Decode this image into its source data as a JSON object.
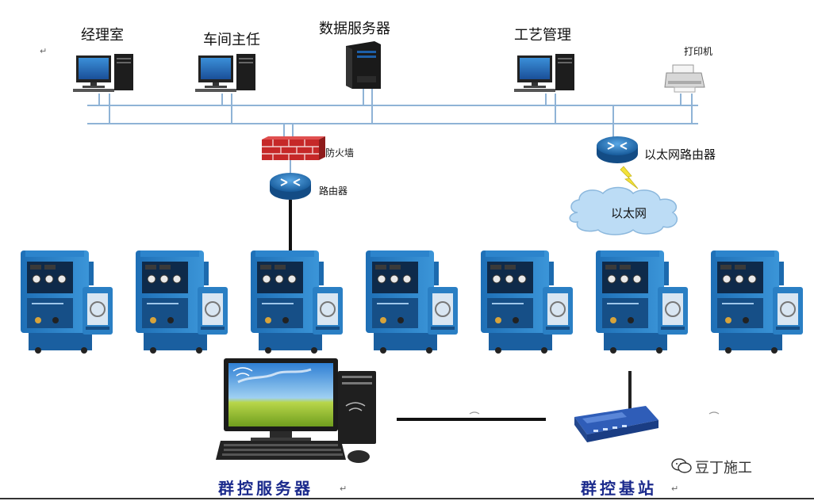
{
  "top_nodes": {
    "manager_office": "经理室",
    "workshop_director": "车间主任",
    "data_server": "数据服务器",
    "process_management": "工艺管理",
    "printer": "打印机"
  },
  "network_nodes": {
    "firewall": "防火墙",
    "router": "路由器",
    "ethernet_router": "以太网路由器",
    "ethernet_cloud": "以太网"
  },
  "welders": {
    "count": 7
  },
  "bottom_nodes": {
    "group_control_server": "群控服务器",
    "group_control_base_station": "群控基站"
  },
  "paragraph_mark": "↵",
  "watermark": {
    "text": "豆丁施工",
    "icon": "wechat-icon"
  },
  "colors": {
    "bus_line": "#8fb3d6",
    "firewall_brick": "#c62828",
    "router_blue": "#1f6fb2",
    "cloud": "#bcdcf5",
    "lightning": "#f3e23a",
    "welder_blue": "#2a7fc4",
    "caption_blue": "#1b2a8c"
  }
}
